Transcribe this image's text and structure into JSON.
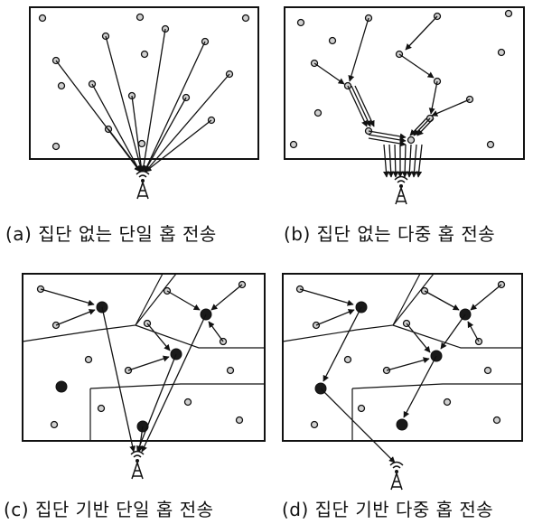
{
  "captions": {
    "a": "(a) 집단 없는 단일 홉 전송",
    "b": "(b) 집단 없는 다중 홉 전송",
    "c": "(c) 집단 기반 단일 홉 전송",
    "d": "(d) 집단 기반 다중 홉 전송"
  },
  "icons": {
    "base_station": "antenna-tower-icon",
    "sensor_node": "sensor-node-icon",
    "cluster_head": "cluster-head-icon"
  },
  "colors": {
    "ink": "#111111",
    "node_fill": "#d0d0d0",
    "cluster_head_fill": "#1a1a1a"
  }
}
